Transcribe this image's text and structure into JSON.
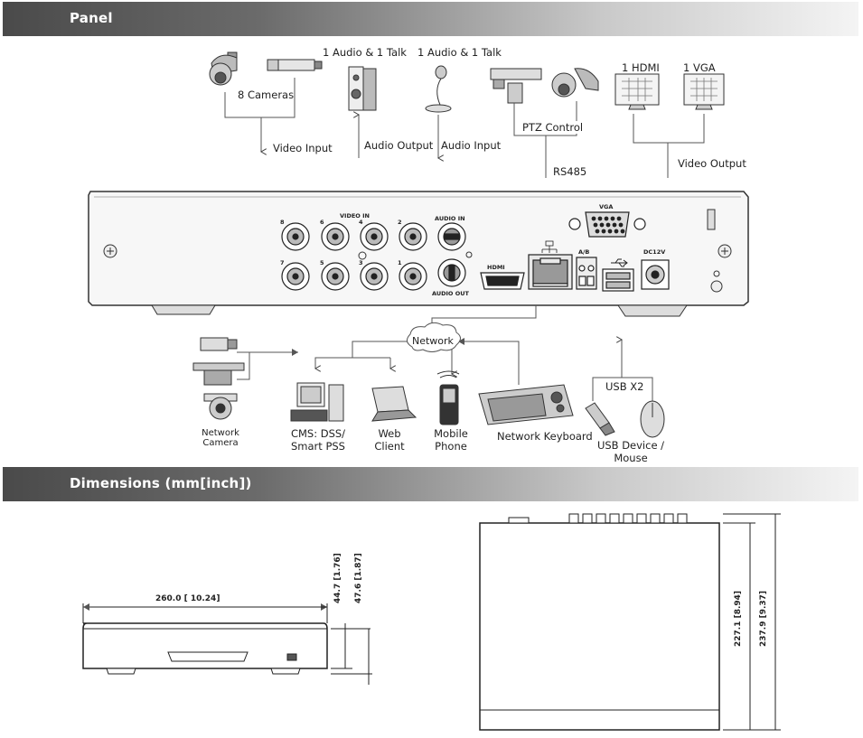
{
  "sections": {
    "panel": "Panel",
    "dimensions": "Dimensions (mm[inch])"
  },
  "top_labels": {
    "cameras": "8 Cameras",
    "audio_talk_1": "1 Audio & 1 Talk",
    "audio_talk_2": "1 Audio & 1 Talk",
    "video_input": "Video Input",
    "audio_output": "Audio Output",
    "audio_input": "Audio Input",
    "ptz_control": "PTZ Control",
    "rs485": "RS485",
    "hdmi": "1 HDMI",
    "vga": "1 VGA",
    "video_output": "Video Output"
  },
  "panel_labels": {
    "video_in": "VIDEO IN",
    "audio_in": "AUDIO IN",
    "audio_out": "AUDIO OUT",
    "hdmi": "HDMI",
    "vga": "VGA",
    "ab": "A/B",
    "dc12v": "DC12V",
    "bnc_top": [
      "8",
      "6",
      "4",
      "2"
    ],
    "bnc_bottom": [
      "7",
      "5",
      "3",
      "1"
    ]
  },
  "bottom_labels": {
    "network": "Network",
    "network_camera": [
      "Network",
      "Camera"
    ],
    "cms": [
      "CMS: DSS/",
      "Smart PSS"
    ],
    "web_client": [
      "Web",
      "Client"
    ],
    "mobile_phone": [
      "Mobile",
      "Phone"
    ],
    "network_keyboard": "Network Keyboard",
    "usb_x2": "USB X2",
    "usb_device": [
      "USB Device /",
      "Mouse"
    ]
  },
  "dimensions": {
    "width": "260.0 [ 10.24]",
    "height_1": "44.7 [1.76]",
    "height_2": "47.6 [1.87]",
    "depth_1": "227.1 [8.94]",
    "depth_2": "237.9 [9.37]"
  }
}
